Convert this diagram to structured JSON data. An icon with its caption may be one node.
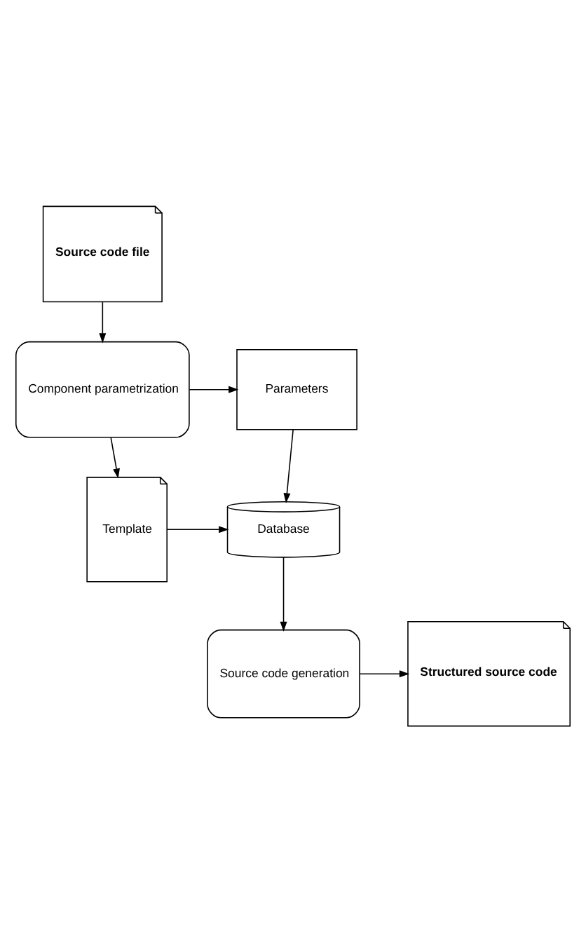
{
  "diagram": {
    "nodes": [
      {
        "text": [
          "Source code file"
        ]
      },
      {
        "text": [
          "Component parametrization"
        ]
      },
      {
        "text": [
          "Parameters"
        ]
      },
      {
        "text": [
          "Template"
        ]
      },
      {
        "text": [
          "Database"
        ]
      },
      {
        "text": [
          "Source code generation"
        ]
      },
      {
        "text": [
          "Structured source code"
        ]
      }
    ],
    "edges": [
      {
        "from": 0,
        "to": 1,
        "arrow": "to"
      },
      {
        "from": 1,
        "to": 2,
        "arrow": "to"
      },
      {
        "from": 1,
        "to": 3,
        "arrow": "to"
      },
      {
        "from": 2,
        "to": 4,
        "arrow": "to"
      },
      {
        "from": 3,
        "to": 4,
        "arrow": "to"
      },
      {
        "from": 4,
        "to": 5,
        "arrow": "to"
      },
      {
        "from": 5,
        "to": 6,
        "arrow": "to"
      }
    ]
  }
}
